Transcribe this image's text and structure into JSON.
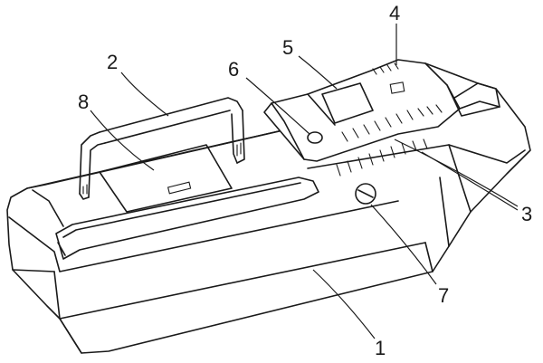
{
  "figure": {
    "labels": {
      "body": "1",
      "handle": "2",
      "vent": "3",
      "probe_end": "4",
      "display": "5",
      "button": "6",
      "knob": "7",
      "panel": "8"
    }
  }
}
